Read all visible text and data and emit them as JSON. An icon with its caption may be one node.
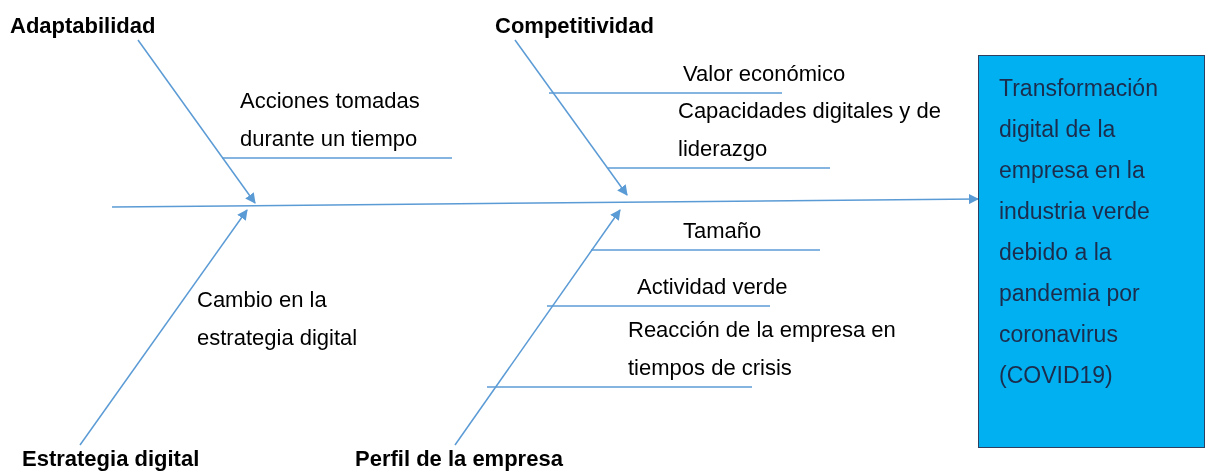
{
  "diagram": {
    "nodes": [
      {
        "text": [
          "Adaptabilidad"
        ]
      },
      {
        "text": [
          "Competitividad"
        ]
      },
      {
        "text": [
          "Estrategia digital"
        ]
      },
      {
        "text": [
          "Perfil de la empresa"
        ]
      },
      {
        "text": [
          "Transformación digital de la empresa en la industria verde debido a la pandemia por coronavirus (COVID19)"
        ]
      },
      {
        "text": [
          "Acciones tomadas durante un tiempo"
        ]
      },
      {
        "text": [
          "Valor económico"
        ]
      },
      {
        "text": [
          "Capacidades digitales y de liderazgo"
        ]
      },
      {
        "text": [
          "Tamaño"
        ]
      },
      {
        "text": [
          "Actividad verde"
        ]
      },
      {
        "text": [
          "Reacción de la empresa en tiempos de crisis"
        ]
      },
      {
        "text": [
          "Cambio en la estrategia digital"
        ]
      }
    ],
    "edges": [
      {
        "from": null,
        "to": 4,
        "arrow": "to"
      },
      {
        "from": 0,
        "to": null,
        "arrow": "to"
      },
      {
        "from": 1,
        "to": null,
        "arrow": "to"
      },
      {
        "from": 2,
        "to": null,
        "arrow": "to"
      },
      {
        "from": 3,
        "to": null,
        "arrow": "to"
      },
      {
        "from": 5,
        "to": null,
        "arrow": "none"
      },
      {
        "from": 6,
        "to": null,
        "arrow": "none"
      },
      {
        "from": 7,
        "to": null,
        "arrow": "none"
      },
      {
        "from": 8,
        "to": null,
        "arrow": "none"
      },
      {
        "from": 9,
        "to": null,
        "arrow": "none"
      },
      {
        "from": 10,
        "to": null,
        "arrow": "none"
      }
    ]
  }
}
